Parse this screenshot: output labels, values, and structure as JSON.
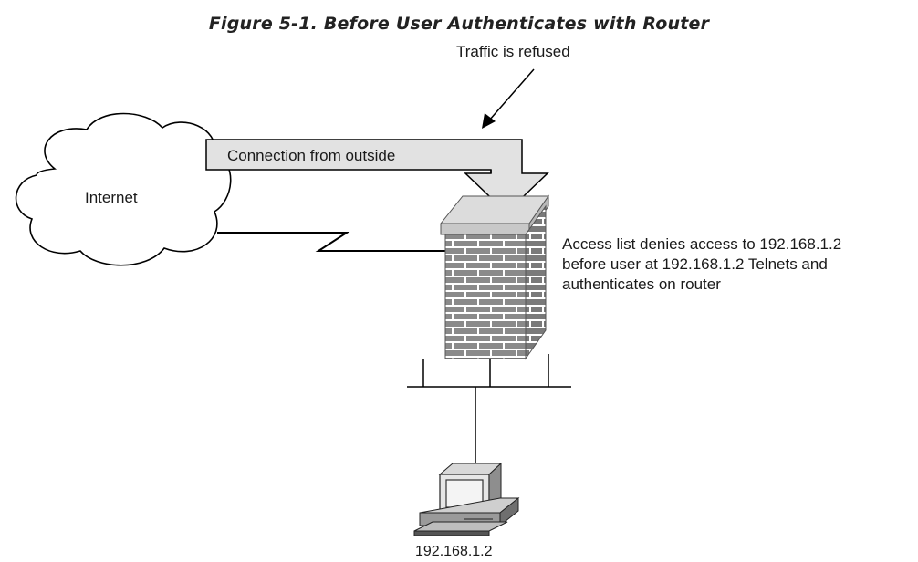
{
  "figure_title": "Figure 5-1. Before User Authenticates with Router",
  "labels": {
    "traffic_refused": "Traffic is refused",
    "connection_from_outside": "Connection from outside",
    "internet": "Internet",
    "access_list_lines": [
      "Access list denies access to 192.168.1.2",
      "before user at 192.168.1.2 Telnets and",
      "authenticates on router"
    ],
    "host_ip": "192.168.1.2"
  },
  "icons": [
    "cloud-icon",
    "firewall-brick-wall-icon",
    "desktop-computer-icon"
  ],
  "colors": {
    "brick": "#8a8a8a",
    "mortar": "#ffffff",
    "arrow_fill": "#e2e2e2",
    "line": "#000000"
  }
}
